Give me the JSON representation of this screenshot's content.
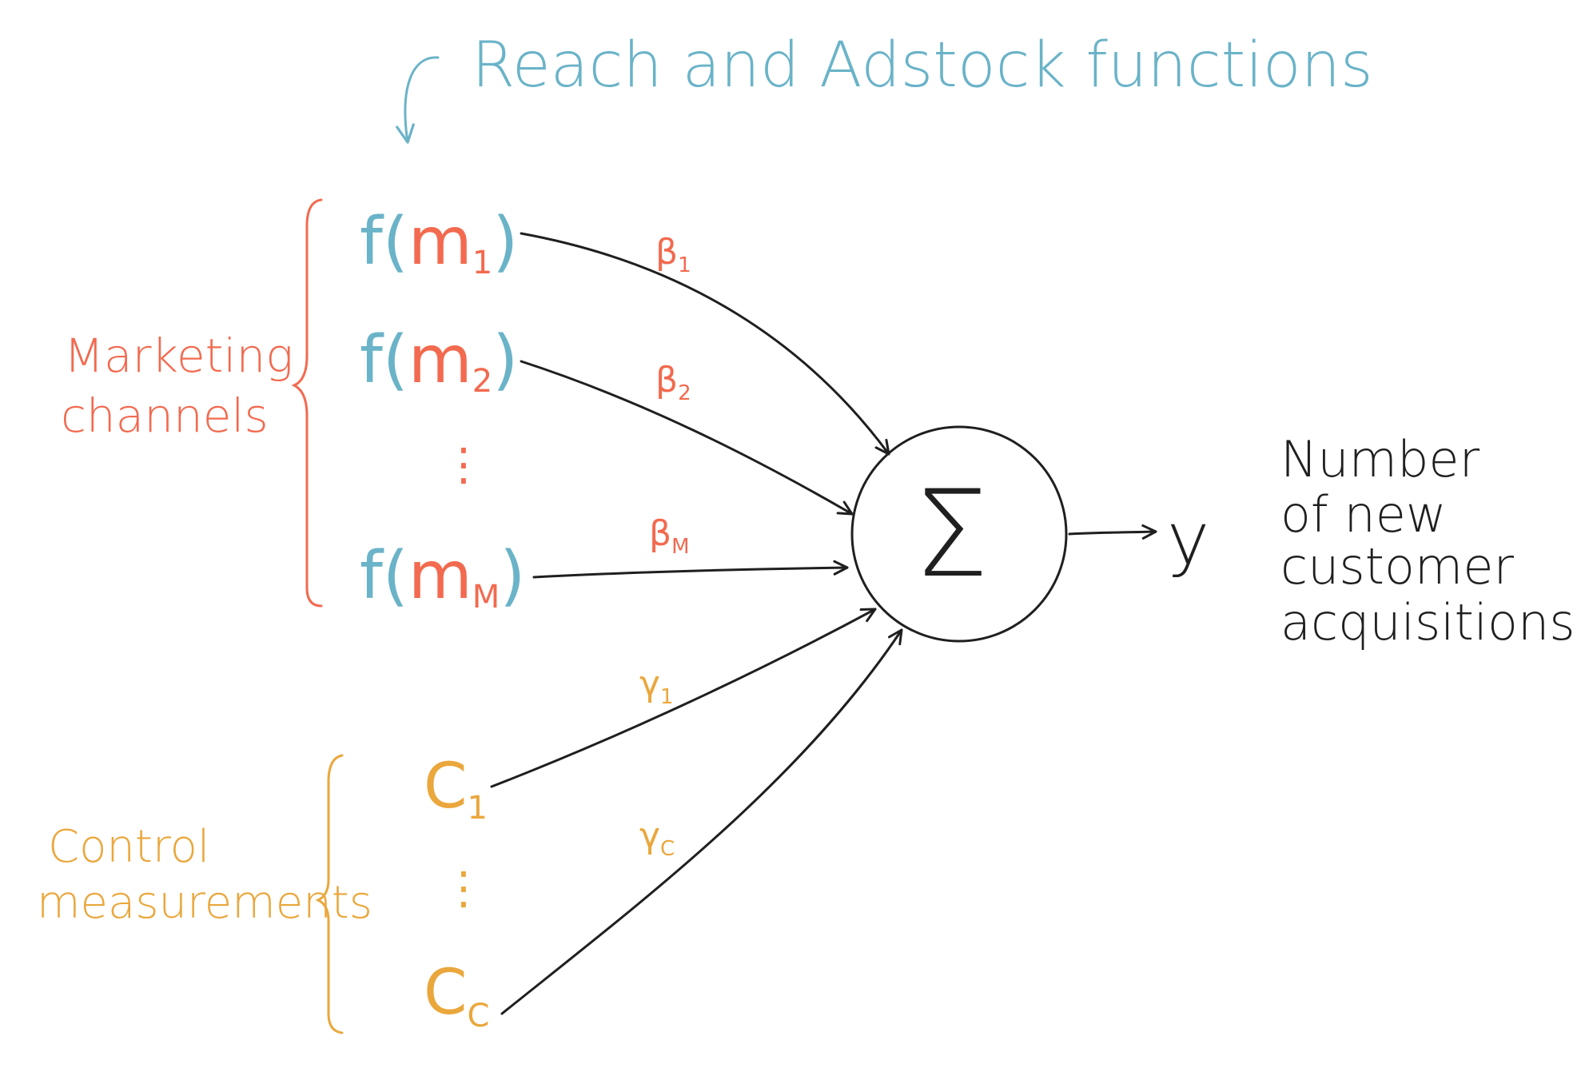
{
  "header": {
    "label": "Reach  and Adstock functions"
  },
  "groups": {
    "marketing": "Marketing channels",
    "control": "Control measurements"
  },
  "inputs": {
    "media": [
      {
        "func": "f(",
        "var": "m",
        "sub": "1",
        "close": ")"
      },
      {
        "func": "f(",
        "var": "m",
        "sub": "2",
        "close": ")"
      },
      {
        "func": "f(",
        "var": "m",
        "sub": "M",
        "close": ")"
      }
    ],
    "media_ellipsis": "⋮",
    "controls": [
      {
        "var": "C",
        "sub": "1"
      },
      {
        "var": "C",
        "sub": "C"
      }
    ],
    "control_ellipsis": "⋮"
  },
  "weights": {
    "beta": [
      {
        "sym": "β",
        "sub": "1"
      },
      {
        "sym": "β",
        "sub": "2"
      },
      {
        "sym": "β",
        "sub": "M"
      }
    ],
    "gamma": [
      {
        "sym": "γ",
        "sub": "1"
      },
      {
        "sym": "γ",
        "sub": "C"
      }
    ]
  },
  "node": {
    "symbol": "Σ"
  },
  "output": {
    "var": "y",
    "description": [
      "Number",
      "of new",
      "customer",
      "acquisitions"
    ]
  },
  "colors": {
    "blue": "#6ab3c8",
    "red": "#f26a4f",
    "orange": "#eaa73c",
    "dark": "#1f1f1f"
  }
}
